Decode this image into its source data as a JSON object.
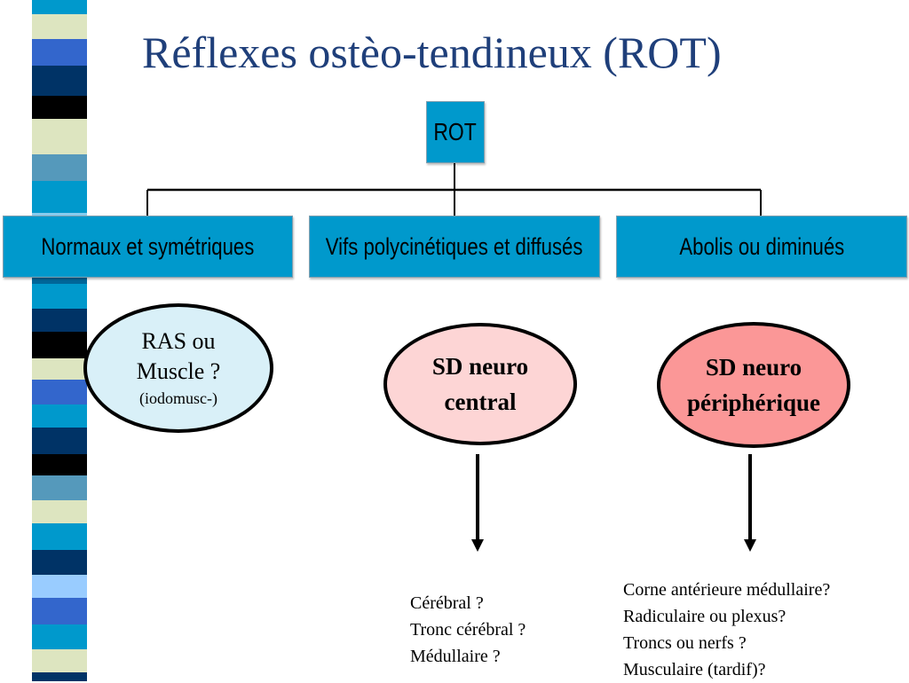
{
  "title": "Réflexes ostèo-tendineux (ROT)",
  "root": {
    "label": "ROT"
  },
  "categories": [
    {
      "label": "Normaux et symétriques"
    },
    {
      "label": "Vifs polycinétiques et diffusés"
    },
    {
      "label": "Abolis ou diminués"
    }
  ],
  "outcomes": [
    {
      "line1": "RAS ou",
      "line2": "Muscle ?",
      "note": "(iodomusc-)"
    },
    {
      "line1": "SD neuro",
      "line2": "central"
    },
    {
      "line1": "SD neuro",
      "line2": "périphérique"
    }
  ],
  "details_central": [
    "Cérébral ?",
    "Tronc cérébral ?",
    "Médullaire ?"
  ],
  "details_peripheral": [
    "Corne antérieure médullaire?",
    "Radiculaire ou plexus?",
    "Troncs ou nerfs ?",
    "Musculaire (tardif)?"
  ],
  "colors": {
    "title": "#1f3f7a",
    "box_fill": "#0099cc",
    "ellipse_normal": "#d9f0f8",
    "ellipse_central": "#fdd5d5",
    "ellipse_peripheral": "#fb9797",
    "stripes": [
      "#0099cc",
      "#003366",
      "#3366cc",
      "#000000",
      "#dde5c0",
      "#5599bb",
      "#88ccee",
      "#006699",
      "#99ccff"
    ]
  }
}
